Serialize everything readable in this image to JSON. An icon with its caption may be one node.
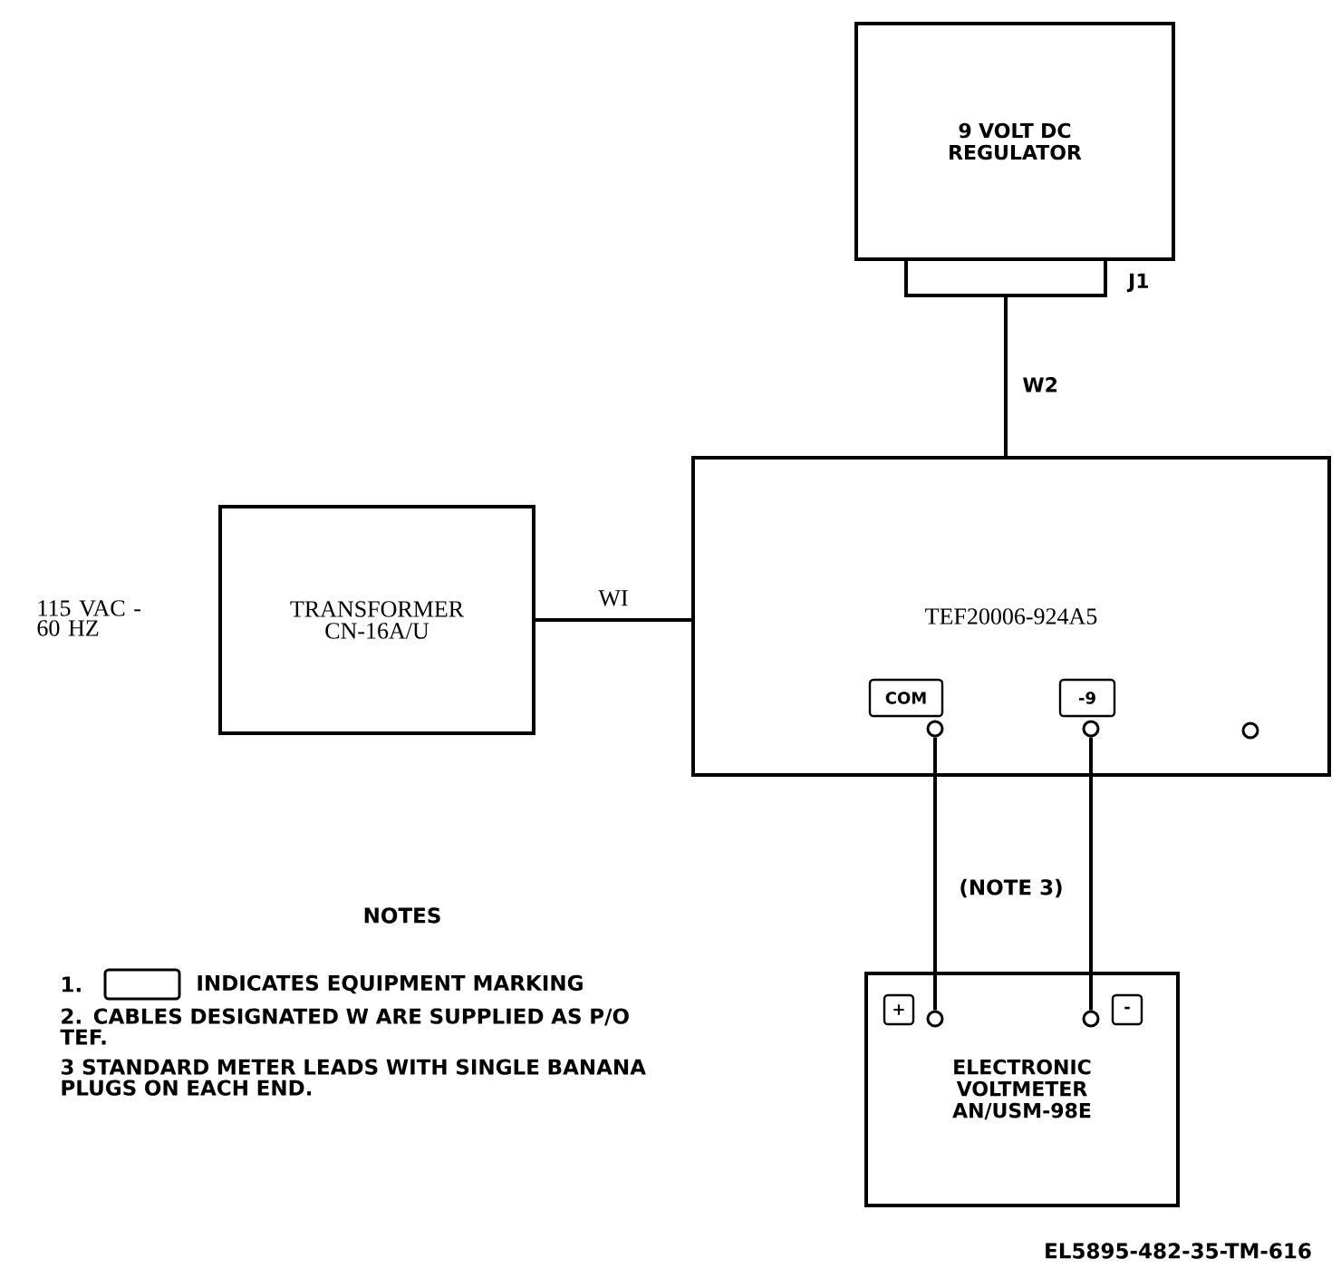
{
  "diagram": {
    "nodes": [
      {
        "text": [
          "9 VOLT DC REGULATOR"
        ]
      },
      {
        "text": [],
        "shape": "box",
        "beside": [
          "J1"
        ]
      },
      {
        "text": [
          "TRANSFORMER CN-16A/U"
        ]
      },
      {
        "text": [
          "TEF20006-924A5"
        ]
      },
      {
        "text": [
          "COM"
        ],
        "in": 3
      },
      {
        "text": [
          "-9"
        ],
        "in": 3
      },
      {
        "text": [],
        "shape": "circle",
        "in": 3
      },
      {
        "text": [],
        "shape": "circle",
        "in": 3
      },
      {
        "text": [],
        "shape": "circle",
        "in": 3
      },
      {
        "text": [
          "ELECTRONIC VOLTMETER AN/USM-98E"
        ]
      },
      {
        "text": [
          "+"
        ],
        "in": 9
      },
      {
        "text": [],
        "shape": "circle",
        "in": 9
      },
      {
        "text": [],
        "shape": "circle",
        "in": 9
      },
      {
        "text": [
          "-"
        ],
        "in": 9
      }
    ],
    "edges": [
      {
        "from": 1,
        "to": 3,
        "arrow": "none",
        "label": "W2"
      },
      {
        "from": 2,
        "to": 3,
        "arrow": "none",
        "label": "WI"
      },
      {
        "from": 6,
        "to": 11,
        "arrow": "none"
      },
      {
        "from": 7,
        "to": 12,
        "arrow": "none"
      }
    ],
    "labels": [
      "115 VAC - 60 HZ",
      "(NOTE 3)",
      "NOTES",
      "1.",
      "INDICATES EQUIPMENT MARKING",
      "2. CABLES DESIGNATED W ARE SUPPLIED AS P/O TEF.",
      "3 STANDARD METER LEADS WITH SINGLE BANANA PLUGS ON EACH END.",
      "EL5895-482-35-TM-616"
    ]
  }
}
